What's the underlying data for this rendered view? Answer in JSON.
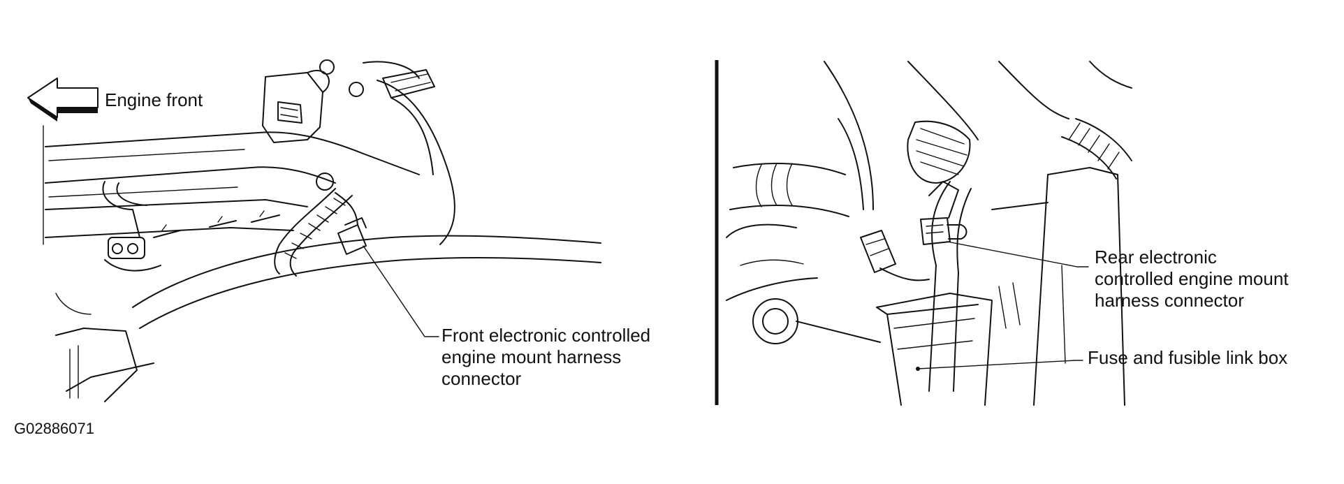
{
  "figure_code": "G02886071",
  "labels": {
    "engine_front": "Engine front",
    "front_connector": [
      "Front electronic controlled",
      "engine mount harness",
      "connector"
    ],
    "rear_connector": [
      "Rear electronic",
      "controlled engine mount",
      "harness connector"
    ],
    "fuse_box": "Fuse and fusible link box"
  },
  "colors": {
    "ink": "#111111",
    "background": "#ffffff"
  },
  "icons": [
    "engine-front-arrow-icon"
  ]
}
